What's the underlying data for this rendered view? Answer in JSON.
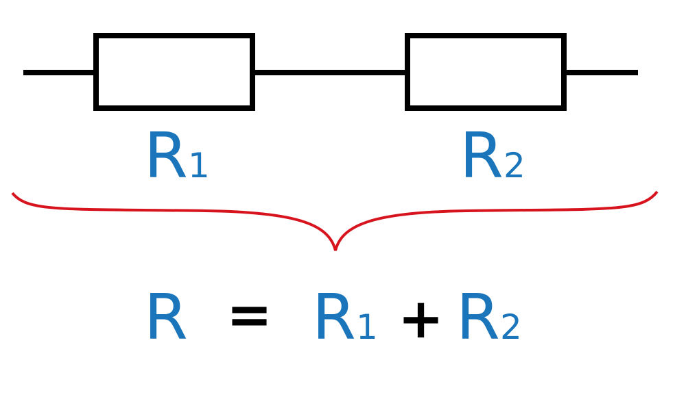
{
  "colors": {
    "wire": "#000000",
    "label": "#1b75bb",
    "brace": "#d7141e"
  },
  "resistors": [
    {
      "symbol": "R",
      "index": "1"
    },
    {
      "symbol": "R",
      "index": "2"
    }
  ],
  "equation": {
    "lhs": "R",
    "equals": "=",
    "term1_symbol": "R",
    "term1_index": "1",
    "plus": "+",
    "term2_symbol": "R",
    "term2_index": "2"
  }
}
